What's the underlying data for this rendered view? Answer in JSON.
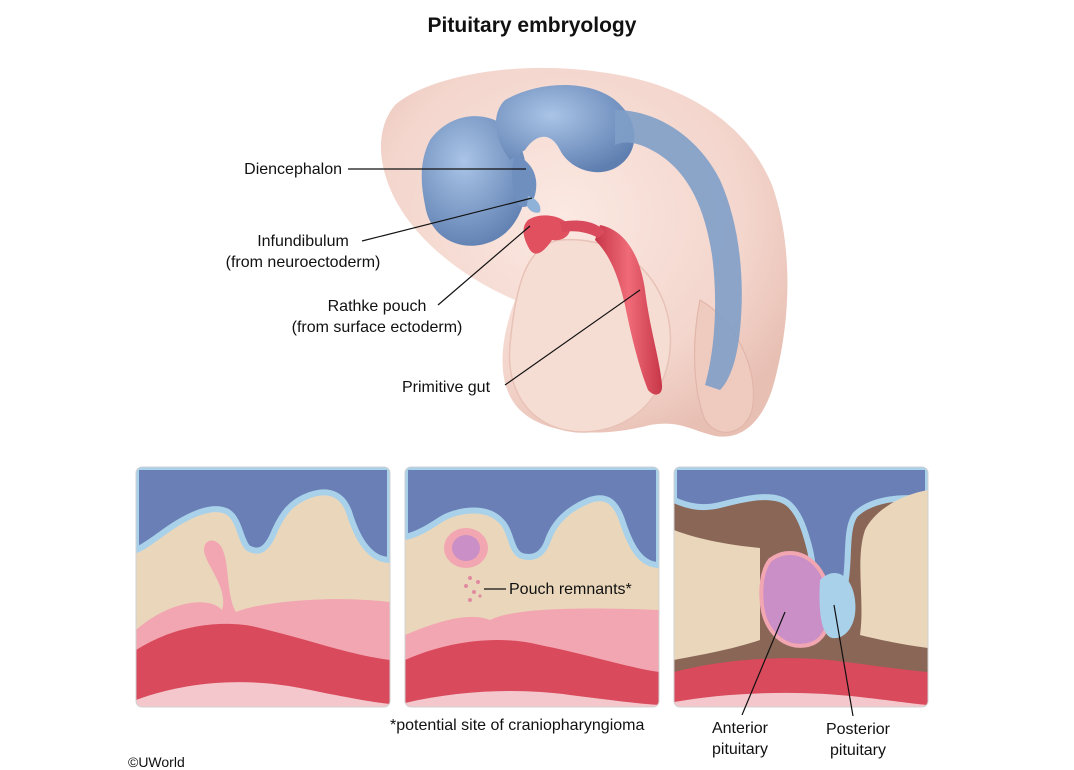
{
  "title": "Pituitary embryology",
  "labels": {
    "diencephalon": "Diencephalon",
    "infundibulum": "Infundibulum",
    "infundibulum_origin": "(from neuroectoderm)",
    "rathke_pouch": "Rathke pouch",
    "rathke_origin": "(from surface ectoderm)",
    "primitive_gut": "Primitive gut",
    "pouch_remnants": "Pouch remnants*",
    "footnote": "*potential site of craniopharyngioma",
    "anterior_line1": "Anterior",
    "anterior_line2": "pituitary",
    "posterior_line1": "Posterior",
    "posterior_line2": "pituitary",
    "credit": "©UWorld"
  },
  "colors": {
    "skin": "#f3d5cc",
    "neural_tube": "#7f9fc8",
    "ectoderm_pink": "#f2a6b1",
    "gut_red": "#d94a5c",
    "tan": "#ead7bb",
    "dark_brown": "#8a6657",
    "light_blue": "#a9d2ea"
  }
}
